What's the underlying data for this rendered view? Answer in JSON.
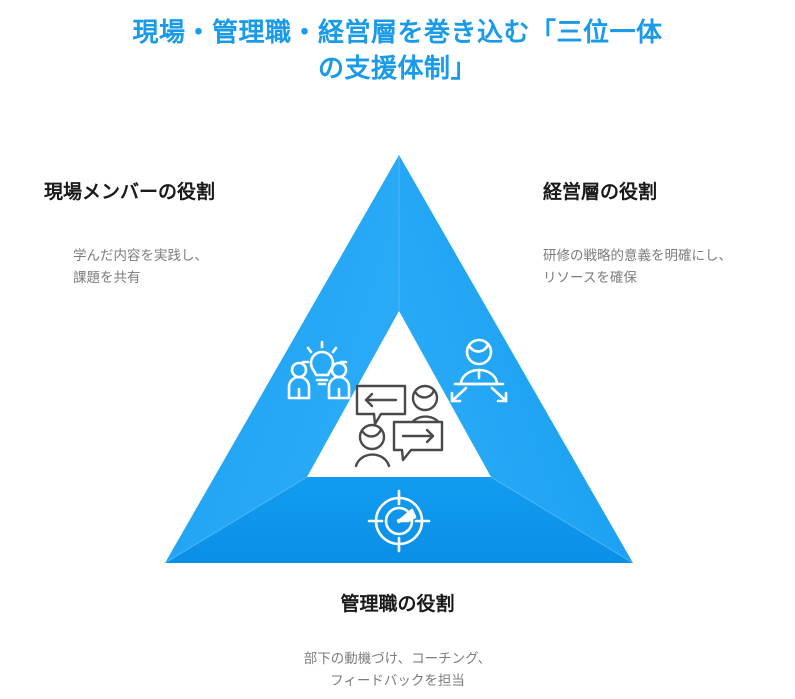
{
  "title": {
    "line1": "現場・管理職・経営層を巻き込む「三位一体",
    "line2": "の支援体制」",
    "color": "#1a9bea"
  },
  "diagram": {
    "shape": "triangle",
    "fill_color_top": "#2aa8f5",
    "fill_color_bottom": "#0d93e8",
    "inner_fill": "#ffffff",
    "roles": [
      {
        "position": "left",
        "heading": "現場メンバーの役割",
        "description": "学んだ内容を実践し、\n課題を共有",
        "icon": "people-lightbulb-icon"
      },
      {
        "position": "right",
        "heading": "経営層の役割",
        "description": "研修の戦略的意義を明確にし、\nリソースを確保",
        "icon": "leader-inward-arrows-icon"
      },
      {
        "position": "bottom",
        "heading": "管理職の役割",
        "description": "部下の動機づけ、コーチング、\nフィードバックを担当",
        "icon": "target-gauge-icon"
      }
    ],
    "center_icon": {
      "name": "two-way-conversation-icon",
      "color": "#4a4a4a",
      "description": "二人の人物と双方向の吹き出し"
    }
  }
}
